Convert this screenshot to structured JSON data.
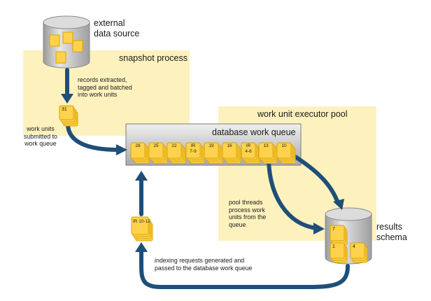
{
  "colors": {
    "zone_fill": "#fdf2be",
    "arrow": "#1f4e79",
    "card_fill": "#ffd24d",
    "card_stroke": "#d9a300",
    "queue_top": "#e9e9e9",
    "queue_bottom": "#a8a8a8",
    "cylinder_fill": "#c8c8c8"
  },
  "regions": {
    "snapshot": "snapshot process",
    "executor": "work unit executor pool"
  },
  "nodes": {
    "source": {
      "line1": "external",
      "line2": "data source"
    },
    "queue": {
      "title": "database work queue"
    },
    "results": {
      "line1": "results",
      "line2": "schema"
    }
  },
  "annotations": {
    "extract": [
      "records extracted,",
      "tagged and batched",
      "into work units"
    ],
    "submit": [
      "work units",
      "submitted to",
      "work queue"
    ],
    "pool": [
      "pool threads",
      "process work",
      "units from the",
      "queue"
    ],
    "indexing": [
      "indexing requests generated and",
      "passed to the database work queue"
    ]
  },
  "cards": {
    "batch": "31",
    "queue": [
      "28",
      "25",
      "22",
      "IR 7-9",
      "19",
      "16",
      "IR 4-6",
      "13",
      "10"
    ],
    "indexing": "IR 10-12",
    "results": [
      "7",
      "1",
      "4"
    ]
  }
}
